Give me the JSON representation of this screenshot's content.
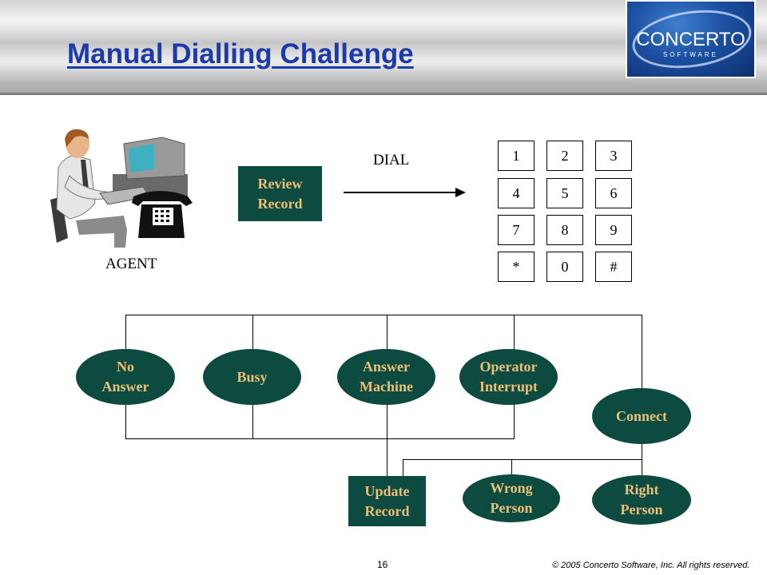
{
  "slide": {
    "title": "Manual Dialling Challenge",
    "logo": {
      "brand": "CONCERTO",
      "sub": "SOFTWARE"
    },
    "agent_label": "AGENT",
    "dial_label": "DIAL",
    "review_record": [
      "Review",
      "Record"
    ],
    "keypad": [
      "1",
      "2",
      "3",
      "4",
      "5",
      "6",
      "7",
      "8",
      "9",
      "*",
      "0",
      "#"
    ],
    "outcomes": {
      "no_answer": [
        "No",
        "Answer"
      ],
      "busy": [
        "Busy"
      ],
      "answer_machine": [
        "Answer",
        "Machine"
      ],
      "operator_interrupt": [
        "Operator",
        "Interrupt"
      ],
      "connect": [
        "Connect"
      ],
      "update_record": [
        "Update",
        "Record"
      ],
      "wrong_person": [
        "Wrong",
        "Person"
      ],
      "right_person": [
        "Right",
        "Person"
      ]
    },
    "footer": {
      "page_number": "16",
      "copyright": "© 2005 Concerto Software, Inc.  All rights reserved."
    }
  }
}
